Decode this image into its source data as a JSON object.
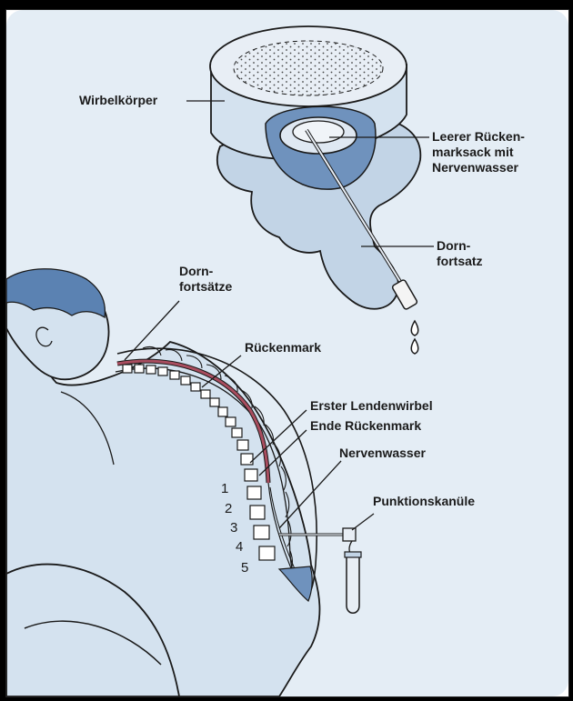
{
  "labels": {
    "wirbelkoerper": "Wirbelkörper",
    "rueckenmarksack_1": "Leerer Rücken-",
    "rueckenmarksack_2": "marksack mit",
    "rueckenmarksack_3": "Nervenwasser",
    "dornfortsatz_1": "Dorn-",
    "dornfortsatz_2": "fortsatz",
    "dornfortsaetze_1": "Dorn-",
    "dornfortsaetze_2": "fortsätze",
    "rueckenmark": "Rückenmark",
    "erster_lendenwirbel": "Erster Lendenwirbel",
    "ende_rueckenmark": "Ende Rückenmark",
    "nervenwasser": "Nervenwasser",
    "punktionskanuele": "Punktionskanüle"
  },
  "vertebra_numbers": [
    "1",
    "2",
    "3",
    "4",
    "5"
  ],
  "colors": {
    "background": "#e4edf5",
    "body": "#d4e2ef",
    "bone": "#c2d4e6",
    "dark_blue": "#6f92bd",
    "hair": "#5b82b2",
    "spinal_cord": "#a94d5f",
    "outline": "#1a1a1a"
  }
}
